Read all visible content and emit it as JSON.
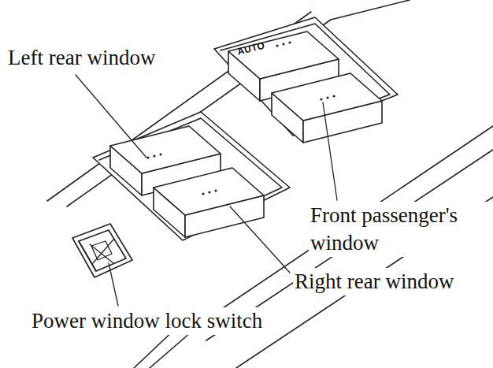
{
  "diagram": {
    "labels": [
      "Left rear window",
      "AUTO",
      "Front passenger's window",
      "Right rear window",
      "Power window lock switch"
    ]
  }
}
